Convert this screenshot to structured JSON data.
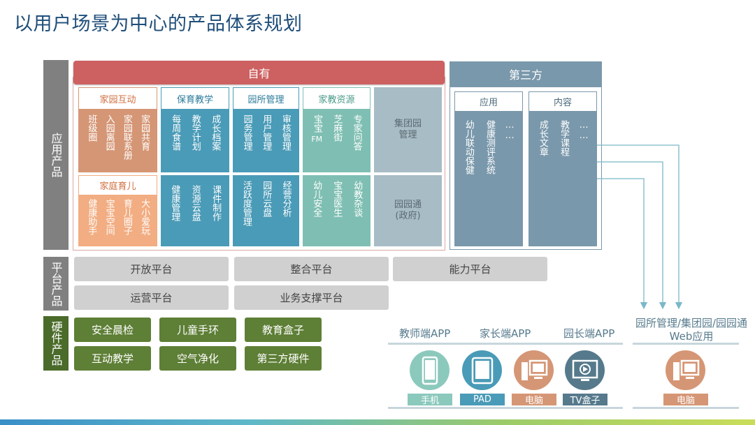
{
  "title": "以用户场景为中心的产品体系规划",
  "rows": {
    "app": "应用产品",
    "platform": "平台产品",
    "hardware": "硬件产品"
  },
  "self": {
    "header": "自有",
    "categories": {
      "jiayuan_hudong": {
        "label": "家园互动",
        "items": [
          "班级圈",
          "入园离园",
          "家园联系册",
          "家园共育"
        ]
      },
      "jiating_yuer": {
        "label": "家庭育儿",
        "items": [
          "健康助手",
          "宝宝空间",
          "育儿圈子",
          "大小爱玩"
        ]
      },
      "baoyu_jiaoxue": {
        "label": "保育教学",
        "items_top": [
          "每周食谱",
          "教学计划",
          "成长档案"
        ],
        "items_bottom": [
          "健康管理",
          "资源云盘",
          "课件制作"
        ]
      },
      "yuansuo_guanli": {
        "label": "园所管理",
        "items_top": [
          "园务管理",
          "用户管理",
          "审核管理"
        ],
        "items_bottom": [
          "活跃度管理",
          "园所云盘",
          "经营分析"
        ]
      },
      "jiajiao_ziyuan": {
        "label": "家教资源",
        "items_top": [
          "宝宝",
          "芝麻街",
          "专家问答"
        ],
        "items_top_sub": "FM",
        "items_bottom": [
          "幼儿安全",
          "宝宝医生",
          "幼教杂谈"
        ]
      },
      "jituanyuan": "集团园\n管理",
      "yuanyuantong": "园园通\n(政府)"
    }
  },
  "third": {
    "header": "第三方",
    "apply": {
      "label": "应用",
      "items": [
        "幼儿联动保健",
        "健康测评系统",
        "……"
      ]
    },
    "content": {
      "label": "内容",
      "items": [
        "成长文章",
        "教学课程",
        "……"
      ]
    }
  },
  "platform": {
    "items": [
      "开放平台",
      "整合平台",
      "能力平台",
      "运营平台",
      "业务支撑平台"
    ]
  },
  "hardware": {
    "items": [
      "安全晨检",
      "儿童手环",
      "教育盒子",
      "互动教学",
      "空气净化",
      "第三方硬件"
    ]
  },
  "devices": {
    "labels": [
      "教师端APP",
      "家长端APP",
      "园长端APP"
    ],
    "web_label": "园所管理/集团园/园园通\nWeb应用",
    "tags": [
      "手机",
      "PAD",
      "电脑",
      "TV盒子",
      "电脑"
    ]
  },
  "colors": {
    "self_header": "#cd6060",
    "third_header": "#7a98ab",
    "hardware": "#5e7f36",
    "orange": "#d59675",
    "blue": "#4a9bb7",
    "teal": "#7fbfb3"
  }
}
